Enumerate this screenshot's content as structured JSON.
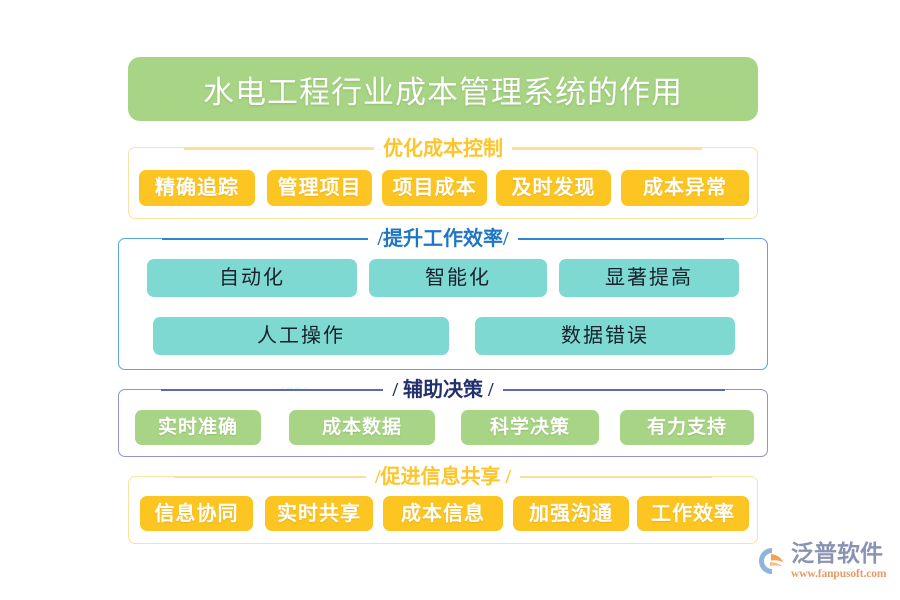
{
  "title": {
    "text": "水电工程行业成本管理系统的作用",
    "banner_color": "#a8d485",
    "text_color": "#ffffff"
  },
  "sections": [
    {
      "id": "optimize-cost-control",
      "heading": "优化成本控制",
      "heading_color": "#fdc52b",
      "border_color": "#f9e3a2",
      "chip_style": "gold",
      "chip_color": "#fdc521",
      "items": [
        "精确追踪",
        "管理项目",
        "项目成本",
        "及时发现",
        "成本异常"
      ]
    },
    {
      "id": "improve-work-efficiency",
      "heading": "/提升工作效率/",
      "heading_color": "#1f77c4",
      "border_color": "#5aa6de",
      "chip_style": "teal",
      "chip_color": "#7ed9d2",
      "items": [
        "自动化",
        "智能化",
        "显著提高",
        "人工操作",
        "数据错误"
      ]
    },
    {
      "id": "assist-decision",
      "heading": "/  辅助决策  /",
      "heading_color": "#23306e",
      "border_color": "#8e97cc",
      "chip_style": "green",
      "chip_color": "#a8d485",
      "items": [
        "实时准确",
        "成本数据",
        "科学决策",
        "有力支持"
      ]
    },
    {
      "id": "promote-info-sharing",
      "heading": "/促进信息共享 /",
      "heading_color": "#fdc52b",
      "border_color": "#f9e3a2",
      "chip_style": "gold",
      "chip_color": "#fdc521",
      "items": [
        "信息协同",
        "实时共享",
        "成本信息",
        "加强沟通",
        "工作效率"
      ]
    }
  ],
  "watermarks": [
    {
      "name": "泛普软件",
      "sub": "www.fanpusoft.com"
    },
    {
      "name": "泛普软件",
      "sub": "www.fanpusoft.com"
    }
  ],
  "brand": {
    "name": "泛普软件",
    "url": "www.fanpusoft.com",
    "mark_colors": [
      "#7fa8d8",
      "#f0a050"
    ]
  }
}
